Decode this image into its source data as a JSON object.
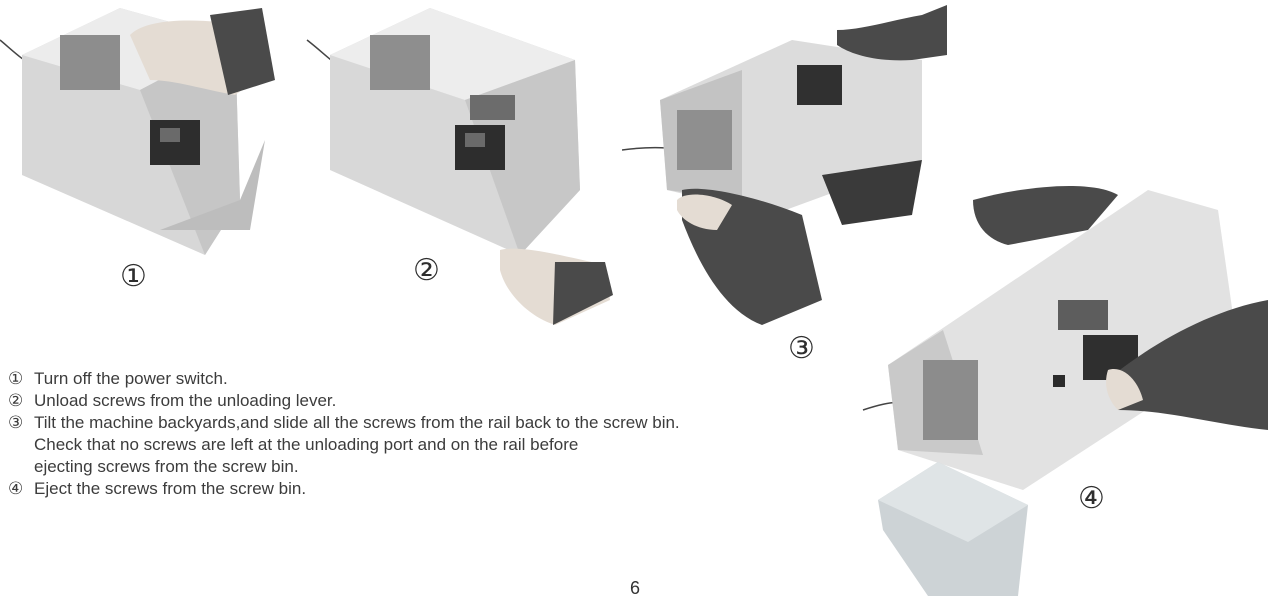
{
  "steps": [
    {
      "number": "①",
      "caption": "①"
    },
    {
      "number": "②",
      "caption": "②"
    },
    {
      "number": "③",
      "caption": "③"
    },
    {
      "number": "④",
      "caption": "④"
    }
  ],
  "instructions": [
    {
      "num": "①",
      "lines": [
        "Turn off the power switch."
      ]
    },
    {
      "num": "②",
      "lines": [
        "Unload screws from the unloading lever."
      ]
    },
    {
      "num": "③",
      "lines": [
        "Tilt the machine backyards,and slide all the screws from the rail back to the screw bin.",
        "Check that no screws are left at the unloading port and on the rail before",
        "ejecting screws from the screw bin."
      ]
    },
    {
      "num": "④",
      "lines": [
        "Eject the screws from the screw bin."
      ]
    }
  ],
  "page_number": "6"
}
